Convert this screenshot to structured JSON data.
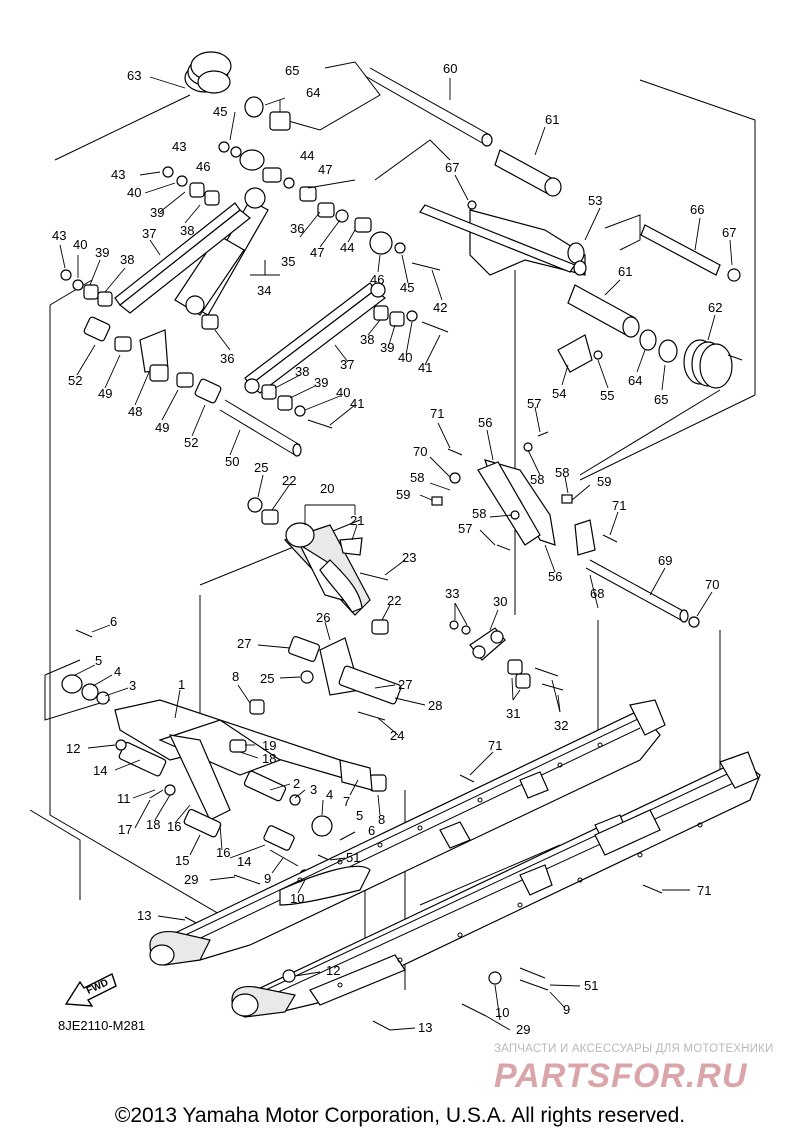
{
  "diagram": {
    "model_code": "8JE2110-M281",
    "copyright": "©2013 Yamaha Motor Corporation, U.S.A. All rights reserved.",
    "watermark": {
      "caption": "ЗАПЧАСТИ И АКСЕССУАРЫ ДЛЯ МОТОТЕХНИКИ",
      "logo_text": "PARTSFOR.RU",
      "color": "#d9a5a8"
    },
    "fwd_label": "FWD",
    "callouts": [
      "1",
      "2",
      "3",
      "4",
      "5",
      "6",
      "7",
      "8",
      "9",
      "10",
      "11",
      "12",
      "13",
      "14",
      "15",
      "16",
      "17",
      "18",
      "19",
      "20",
      "21",
      "22",
      "23",
      "24",
      "25",
      "26",
      "27",
      "28",
      "29",
      "30",
      "31",
      "32",
      "33",
      "34",
      "35",
      "36",
      "37",
      "38",
      "39",
      "40",
      "41",
      "42",
      "43",
      "44",
      "45",
      "46",
      "47",
      "48",
      "49",
      "50",
      "51",
      "52",
      "53",
      "54",
      "55",
      "56",
      "57",
      "58",
      "59",
      "60",
      "61",
      "62",
      "63",
      "64",
      "65",
      "66",
      "67",
      "68",
      "69",
      "70",
      "71"
    ]
  }
}
